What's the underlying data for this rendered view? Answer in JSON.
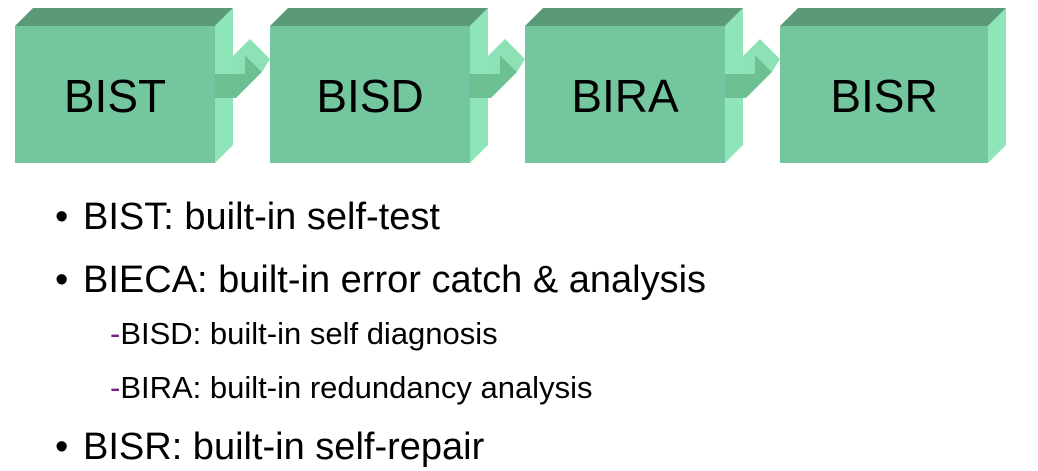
{
  "diagram": {
    "boxes": [
      {
        "label": "BIST"
      },
      {
        "label": "BISD"
      },
      {
        "label": "BIRA"
      },
      {
        "label": "BISR"
      }
    ],
    "colors": {
      "front": "#74c69e",
      "top": "#5a9a78",
      "side": "#8ee6b8",
      "arrow": "#6cc092",
      "arrow_light": "#8ce2b4"
    }
  },
  "bullets": {
    "bullet_glyph": "•",
    "items": [
      {
        "text": "BIST: built-in self-test"
      },
      {
        "text": "BIECA: built-in error catch & analysis"
      },
      {
        "text": "BISR: built-in self-repair"
      }
    ],
    "sub_items": [
      {
        "dash": "-",
        "text": "BISD: built-in self diagnosis"
      },
      {
        "dash": "-",
        "text": "BIRA: built-in redundancy analysis"
      }
    ]
  }
}
